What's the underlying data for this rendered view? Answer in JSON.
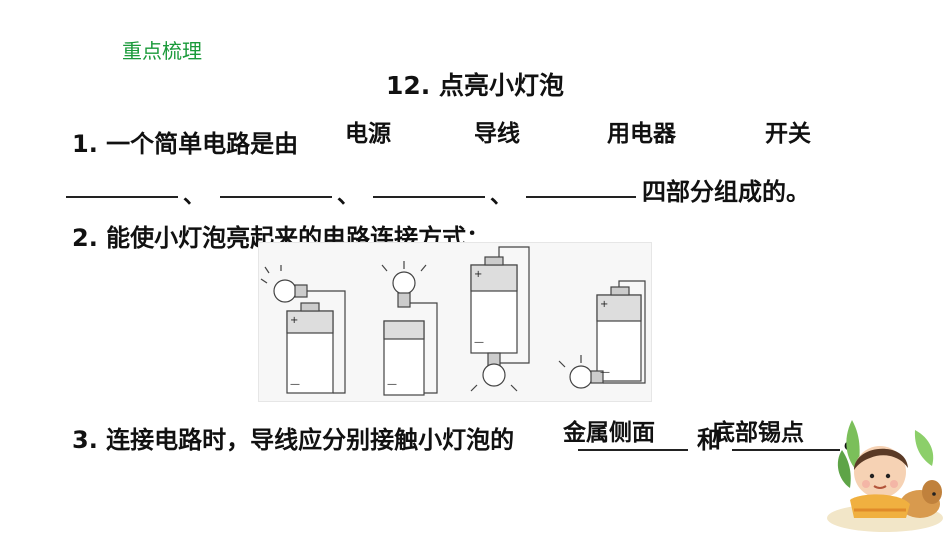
{
  "header": {
    "tag": "重点梳理",
    "title": "12. 点亮小灯泡"
  },
  "q1": {
    "prefix": "1. 一个简单电路是由",
    "answers": [
      "电源",
      "导线",
      "用电器",
      "开关"
    ],
    "separator": "、",
    "suffix": "四部分组成的。"
  },
  "q2": {
    "text": "2. 能使小灯泡亮起来的电路连接方式："
  },
  "q3": {
    "prefix": "3. 连接电路时，导线应分别接触小灯泡的",
    "answer1": "金属侧面",
    "middle": "和",
    "answer2": "底部锡点",
    "end": "。"
  },
  "diagram": {
    "plus": "+",
    "minus": "—"
  },
  "colors": {
    "tag": "#1a9a3a",
    "text": "#111111"
  }
}
